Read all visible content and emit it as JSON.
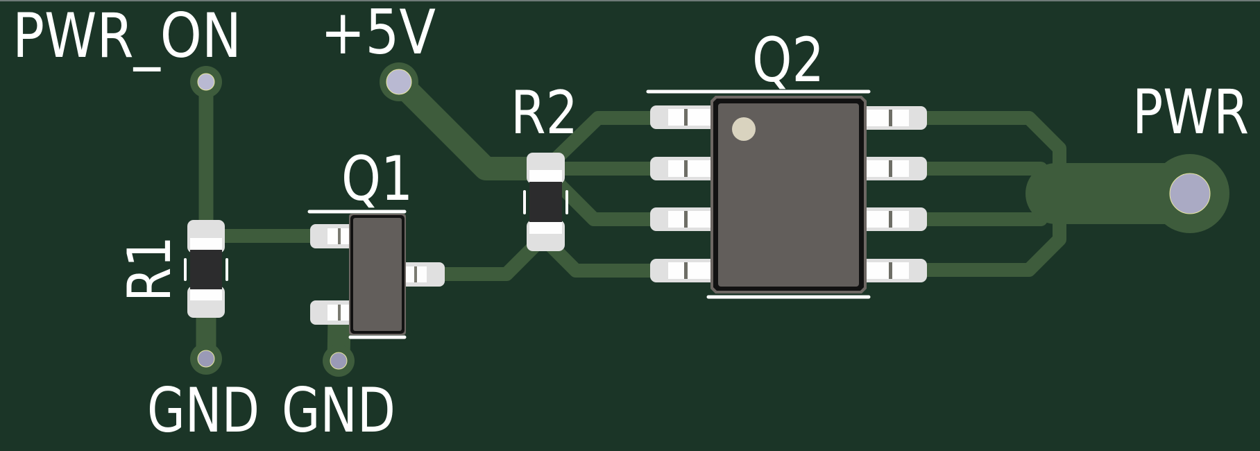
{
  "view": {
    "type": "pcb-3d-render",
    "colors": {
      "board": "#1b3527",
      "copper": "#3e5c3c",
      "silkscreen": "#ffffff",
      "pad": "#e0e0e0",
      "drill": "#b9b9d2",
      "ic_body": "#625e5b",
      "resistor_body": "#2c2c2d"
    }
  },
  "labels": {
    "pwr_on": "PWR_ON",
    "plus5v": "+5V",
    "pwr": "PWR",
    "gnd_left": "GND",
    "gnd_right": "GND"
  },
  "components": {
    "r1": {
      "ref": "R1",
      "type": "resistor"
    },
    "r2": {
      "ref": "R2",
      "type": "resistor"
    },
    "q1": {
      "ref": "Q1",
      "type": "SOT-23 transistor"
    },
    "q2": {
      "ref": "Q2",
      "type": "SO-8 MOSFET"
    }
  }
}
